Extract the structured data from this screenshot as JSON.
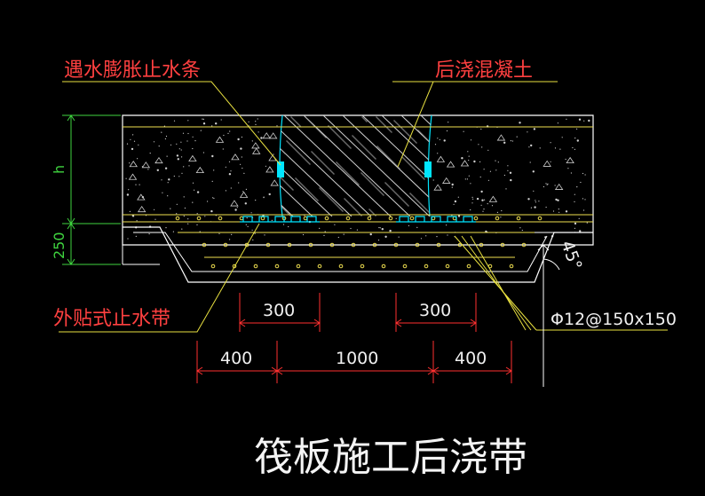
{
  "labels": {
    "swell_strip": "遇水膨胀止水条",
    "post_pour_concrete": "后浇混凝土",
    "external_waterstop": "外贴式止水带",
    "rebar_spec": "Φ12@150x150",
    "title": "筏板施工后浇带"
  },
  "dimensions": {
    "slab_thickness": "h",
    "haunch_depth": "250",
    "angle": "45°",
    "waterstop_left": "300",
    "waterstop_right": "300",
    "side_left": "400",
    "band_width": "1000",
    "side_right": "400"
  },
  "colors": {
    "background": "#000000",
    "label_red": "#ff4040",
    "leader_yellow": "#e8e040",
    "outline_white": "#ffffff",
    "rebar_yellow": "#f0e050",
    "waterstop_cyan": "#00e5ff",
    "dimension_red": "#ff3030",
    "dimension_green": "#3fd43f",
    "hatch_white": "#d0d0d0"
  }
}
